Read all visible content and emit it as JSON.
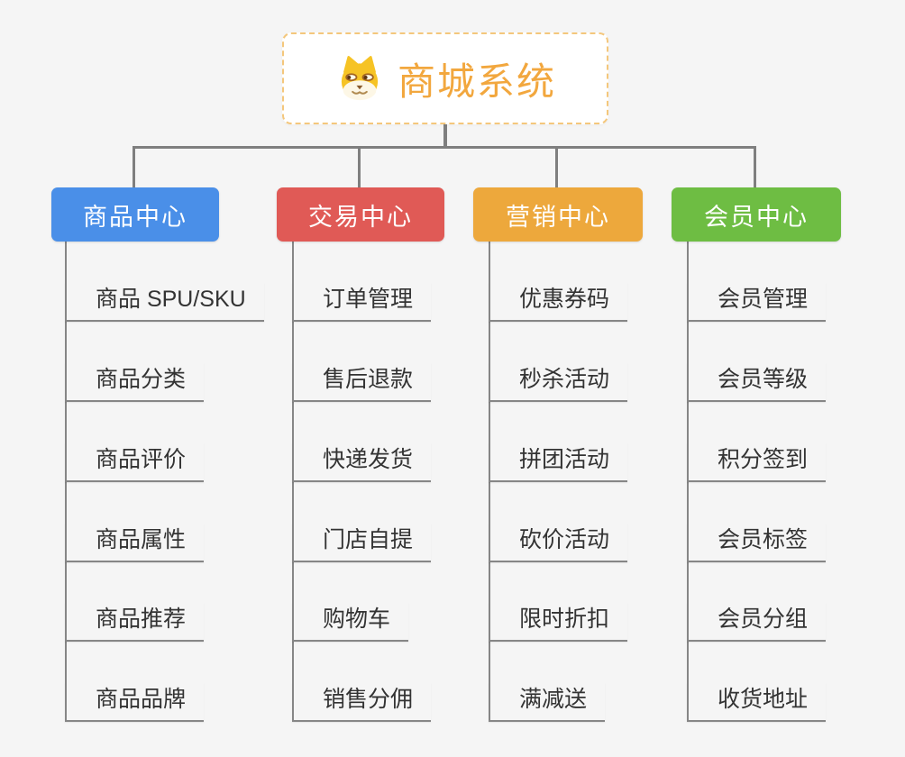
{
  "root": {
    "title": "商城系统",
    "icon": "dog-icon",
    "title_color": "#f2a73e",
    "border_color": "#f4c77c"
  },
  "connector_color": "#7f7f7f",
  "background_color": "#f5f5f5",
  "branches": [
    {
      "label": "商品中心",
      "color": "#4a8fe8",
      "items": [
        "商品 SPU/SKU",
        "商品分类",
        "商品评价",
        "商品属性",
        "商品推荐",
        "商品品牌"
      ]
    },
    {
      "label": "交易中心",
      "color": "#e05a56",
      "items": [
        "订单管理",
        "售后退款",
        "快递发货",
        "门店自提",
        "购物车",
        "销售分佣"
      ]
    },
    {
      "label": "营销中心",
      "color": "#eda83c",
      "items": [
        "优惠券码",
        "秒杀活动",
        "拼团活动",
        "砍价活动",
        "限时折扣",
        "满减送"
      ]
    },
    {
      "label": "会员中心",
      "color": "#6ebd43",
      "items": [
        "会员管理",
        "会员等级",
        "积分签到",
        "会员标签",
        "会员分组",
        "收货地址"
      ]
    }
  ]
}
